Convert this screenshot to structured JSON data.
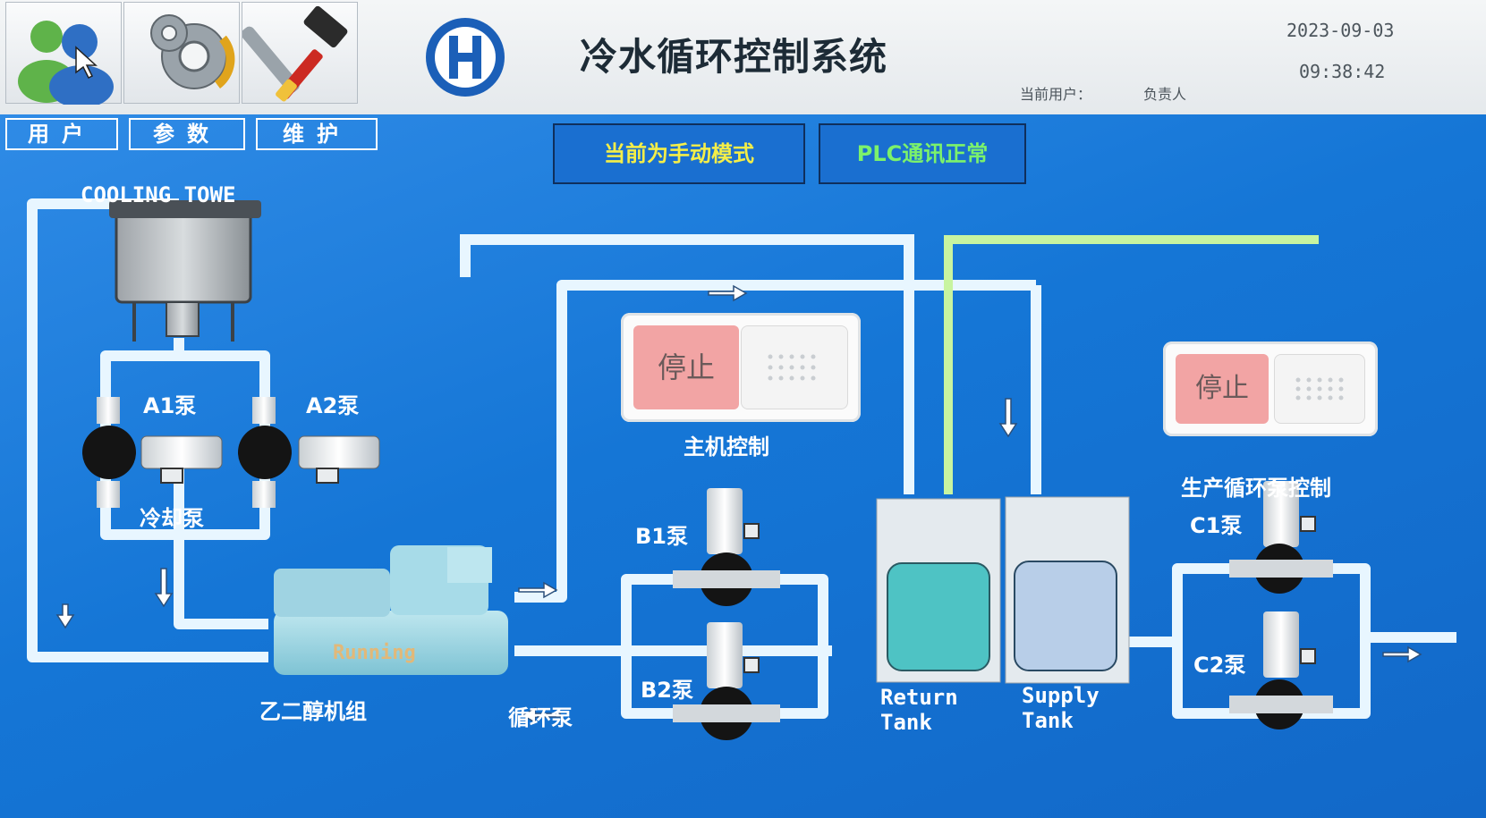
{
  "header": {
    "title": "冷水循环控制系统",
    "date": "2023-09-03",
    "time": "09:38:42",
    "current_user_label": "当前用户：",
    "current_user": "负责人",
    "tool_buttons": [
      {
        "icon": "users-icon"
      },
      {
        "icon": "gears-icon"
      },
      {
        "icon": "wrench-hammer-icon"
      }
    ],
    "logo_icon": "h-logo-icon"
  },
  "menu": {
    "users": "用户",
    "params": "参数",
    "maintenance": "维护"
  },
  "status": {
    "mode": "当前为手动模式",
    "plc": "PLC通讯正常"
  },
  "equipment": {
    "cooling_tower": "COOLING TOWE",
    "pump_a1": "A1泵",
    "pump_a2": "A2泵",
    "cooling_pump": "冷却泵",
    "chiller": "乙二醇机组",
    "chiller_state": "Running",
    "circulation_pump": "循环泵",
    "pump_b1": "B1泵",
    "pump_b2": "B2泵",
    "return_tank": "Return\nTank",
    "supply_tank": "Supply\nTank",
    "pump_c1": "C1泵",
    "pump_c2": "C2泵"
  },
  "controls": {
    "host_control": {
      "label": "主机控制",
      "state": "停止"
    },
    "production_pump_control": {
      "label": "生产循环泵控制",
      "state": "停止"
    }
  },
  "colors": {
    "background": "#1576d6",
    "pipe": "#e8f6ff",
    "pipe_green": "#c8f4a0",
    "mode_text": "#f4ee48",
    "plc_text": "#7cf26b",
    "stop_red": "#f2a4a4"
  }
}
